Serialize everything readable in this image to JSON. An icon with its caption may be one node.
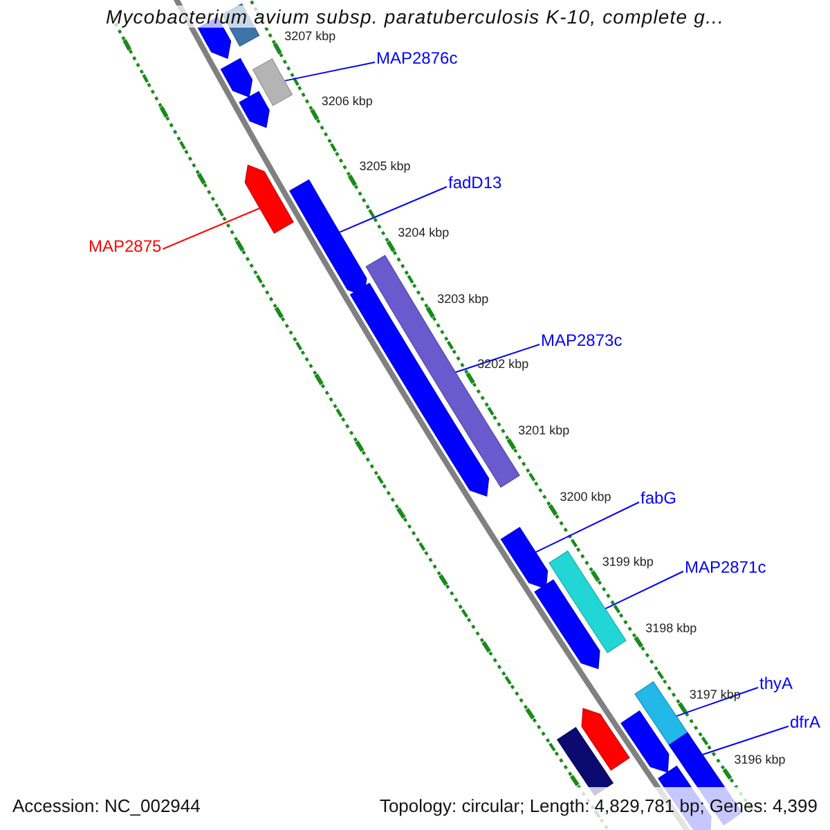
{
  "diagram": {
    "title": "Mycobacterium avium subsp. paratuberculosis K-10, complete g...",
    "nodes": [
      {
        "text": [
          "MAP2876c"
        ]
      },
      {
        "text": [
          "fadD13"
        ]
      },
      {
        "text": [
          "MAP2875"
        ]
      },
      {
        "text": [
          "MAP2873c"
        ]
      },
      {
        "text": [
          "fabG"
        ]
      },
      {
        "text": [
          "MAP2871c"
        ]
      },
      {
        "text": [
          "thyA"
        ]
      },
      {
        "text": [
          "dfrA"
        ]
      },
      {
        "text": [],
        "shape": "arrow"
      },
      {
        "text": [],
        "shape": "bar"
      },
      {
        "text": [],
        "shape": "arrow"
      },
      {
        "text": [],
        "shape": "bar"
      },
      {
        "text": [],
        "shape": "arrow"
      },
      {
        "text": [],
        "shape": "arrow"
      },
      {
        "text": [],
        "shape": "arrow"
      },
      {
        "text": [],
        "shape": "arrow"
      },
      {
        "text": [],
        "shape": "bar"
      },
      {
        "text": [],
        "shape": "arrow"
      },
      {
        "text": [],
        "shape": "arrow"
      },
      {
        "text": [],
        "shape": "bar"
      },
      {
        "text": [],
        "shape": "bar"
      },
      {
        "text": [],
        "shape": "arrow"
      },
      {
        "text": [],
        "shape": "arrow"
      },
      {
        "text": [],
        "shape": "bar"
      },
      {
        "text": [],
        "shape": "bar"
      },
      {
        "text": [],
        "shape": "arrow"
      }
    ],
    "edges": [
      {
        "from": 0,
        "to": 11,
        "arrow": "none"
      },
      {
        "from": 1,
        "to": 14,
        "arrow": "none"
      },
      {
        "from": 2,
        "to": 13,
        "arrow": "none",
        "color": "#ff0000"
      },
      {
        "from": 3,
        "to": 16,
        "arrow": "none"
      },
      {
        "from": 4,
        "to": 17,
        "arrow": "none"
      },
      {
        "from": 5,
        "to": 19,
        "arrow": "none"
      },
      {
        "from": 6,
        "to": 23,
        "arrow": "none"
      },
      {
        "from": 7,
        "to": 24,
        "arrow": "none"
      }
    ],
    "labels": [
      "3207 kbp",
      "3206 kbp",
      "3205 kbp",
      "3204 kbp",
      "3203 kbp",
      "3202 kbp",
      "3201 kbp",
      "3200 kbp",
      "3199 kbp",
      "3198 kbp",
      "3197 kbp",
      "3196 kbp",
      "Accession: NC_002944",
      "Topology: circular; Length: 4,829,781 bp; Genes: 4,399"
    ]
  }
}
